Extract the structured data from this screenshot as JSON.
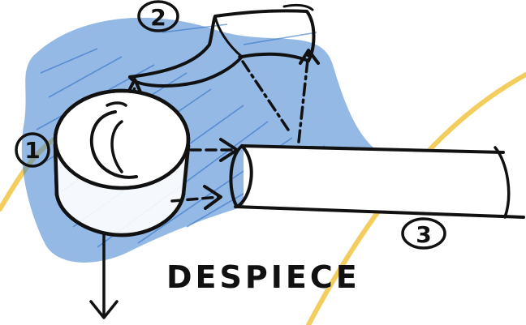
{
  "labels": {
    "part1": "1",
    "part2": "2",
    "part3": "3",
    "caption": "DESPIECE"
  },
  "colors": {
    "background": "#ffffff",
    "ink": "#111111",
    "shading": "#3d7fd0",
    "guide": "#f2c94c"
  }
}
